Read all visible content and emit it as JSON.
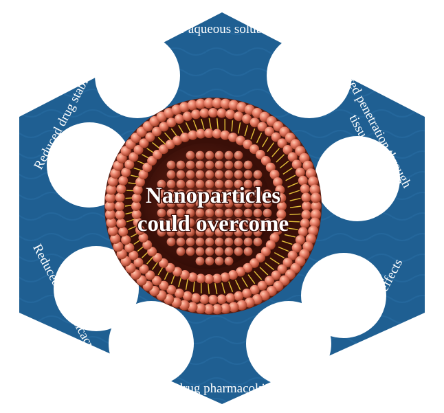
{
  "center": {
    "line1": "Nanoparticles",
    "line2": "could overcome"
  },
  "challenges": {
    "top": "Poor aqueous solubility",
    "upper_right_1": "Limited penetration through",
    "upper_right_2": "tissue",
    "lower_right": "Side effects",
    "bottom": "Poor drug pharmacokinetics",
    "lower_left": "Reduced drug efficacy",
    "upper_left": "Reduced drug stability"
  },
  "colors": {
    "hexagon_blue": "#1f5f92",
    "hexagon_edge": "#184d78",
    "bead": "#e07a5c",
    "lumen": "#4a140c",
    "lipid_tail": "#e6c23a"
  }
}
